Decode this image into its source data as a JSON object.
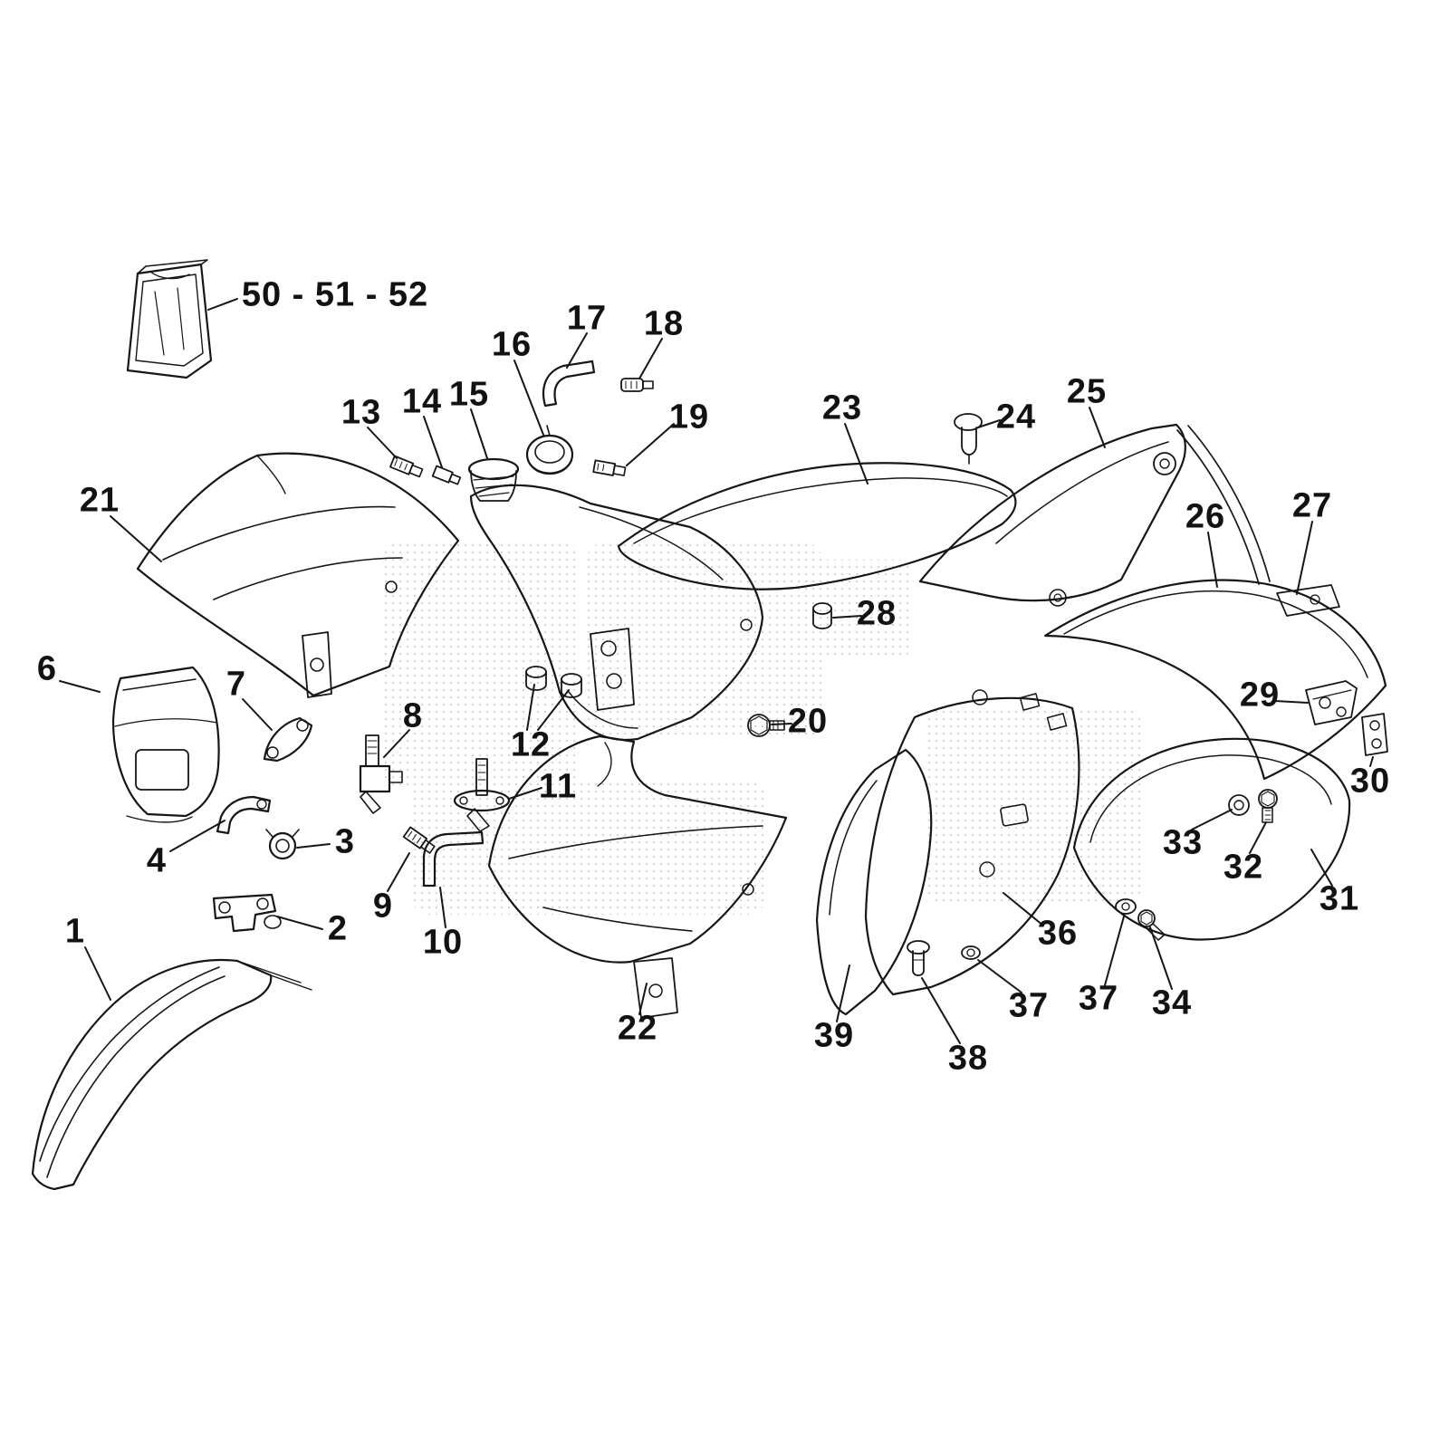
{
  "page": {
    "background": "#ffffff",
    "ink": "#161616",
    "halftone_dot_color": "#c9c9c9",
    "kind": "exploded-parts-diagram",
    "subject": "motorcycle body plastics, fuel tank and seat exploded view"
  },
  "callouts": [
    {
      "label": "50 - 51 - 52",
      "part": "spare-parts-bag"
    },
    {
      "label": "17",
      "part": "vent-hose"
    },
    {
      "label": "18",
      "part": "hose-fitting"
    },
    {
      "label": "16",
      "part": "fuel-cap"
    },
    {
      "label": "13",
      "part": "fitting"
    },
    {
      "label": "14",
      "part": "fitting"
    },
    {
      "label": "15",
      "part": "fuel-tank-filler-neck"
    },
    {
      "label": "19",
      "part": "fitting"
    },
    {
      "label": "23",
      "part": "seat"
    },
    {
      "label": "24",
      "part": "rubber-bumper"
    },
    {
      "label": "25",
      "part": "rear-fender-front-section"
    },
    {
      "label": "21",
      "part": "left-radiator-shroud"
    },
    {
      "label": "26",
      "part": "rear-fender"
    },
    {
      "label": "27",
      "part": "rear-fender-bracket"
    },
    {
      "label": "28",
      "part": "grommet"
    },
    {
      "label": "6",
      "part": "headlight-mask"
    },
    {
      "label": "7",
      "part": "bracket"
    },
    {
      "label": "29",
      "part": "bracket-plates"
    },
    {
      "label": "8",
      "part": "fuel-petcock"
    },
    {
      "label": "20",
      "part": "bolt"
    },
    {
      "label": "12",
      "part": "grommets"
    },
    {
      "label": "30",
      "part": "bracket-plate"
    },
    {
      "label": "11",
      "part": "fuel-valve"
    },
    {
      "label": "33",
      "part": "washer"
    },
    {
      "label": "32",
      "part": "bolt"
    },
    {
      "label": "3",
      "part": "clamp"
    },
    {
      "label": "4",
      "part": "bracket"
    },
    {
      "label": "9",
      "part": "fitting"
    },
    {
      "label": "31",
      "part": "right-side-panel"
    },
    {
      "label": "2",
      "part": "bracket"
    },
    {
      "label": "10",
      "part": "fuel-hose"
    },
    {
      "label": "36",
      "part": "inner-side-panel"
    },
    {
      "label": "1",
      "part": "front-fender"
    },
    {
      "label": "37",
      "part": "grommet"
    },
    {
      "label": "37",
      "part": "grommet"
    },
    {
      "label": "34",
      "part": "bolt"
    },
    {
      "label": "22",
      "part": "right-radiator-shroud"
    },
    {
      "label": "39",
      "part": "lower-side-panel"
    },
    {
      "label": "38",
      "part": "rubber-plug"
    }
  ]
}
